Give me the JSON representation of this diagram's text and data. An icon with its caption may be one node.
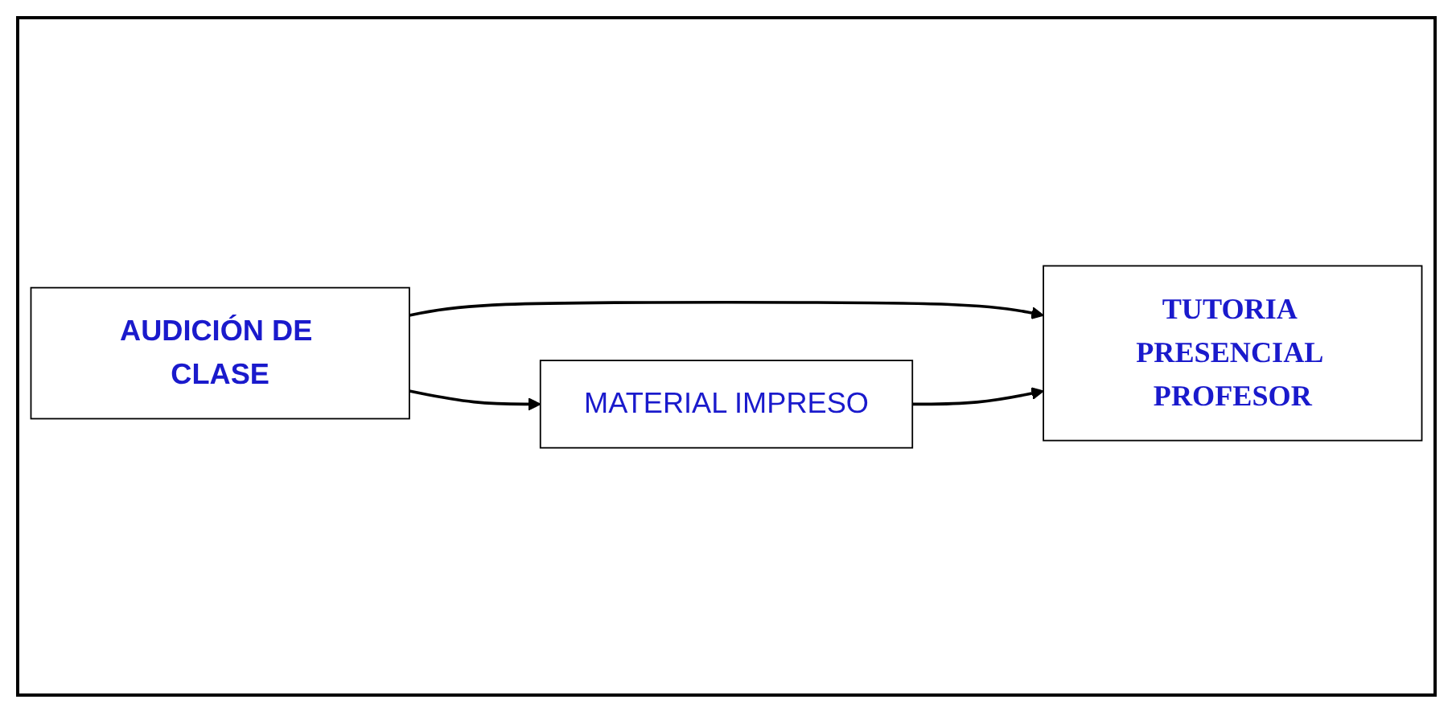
{
  "diagram": {
    "nodes": [
      {
        "text": [
          "AUDICIÓN DE CLASE"
        ]
      },
      {
        "text": [
          "MATERIAL IMPRESO"
        ]
      },
      {
        "text": [
          "TUTORIA PRESENCIAL PROFESOR"
        ]
      }
    ],
    "edges": [
      {
        "from": 0,
        "to": 1,
        "arrow": "to"
      },
      {
        "from": 0,
        "to": 2,
        "arrow": "to"
      },
      {
        "from": 1,
        "to": 2,
        "arrow": "to"
      }
    ]
  }
}
